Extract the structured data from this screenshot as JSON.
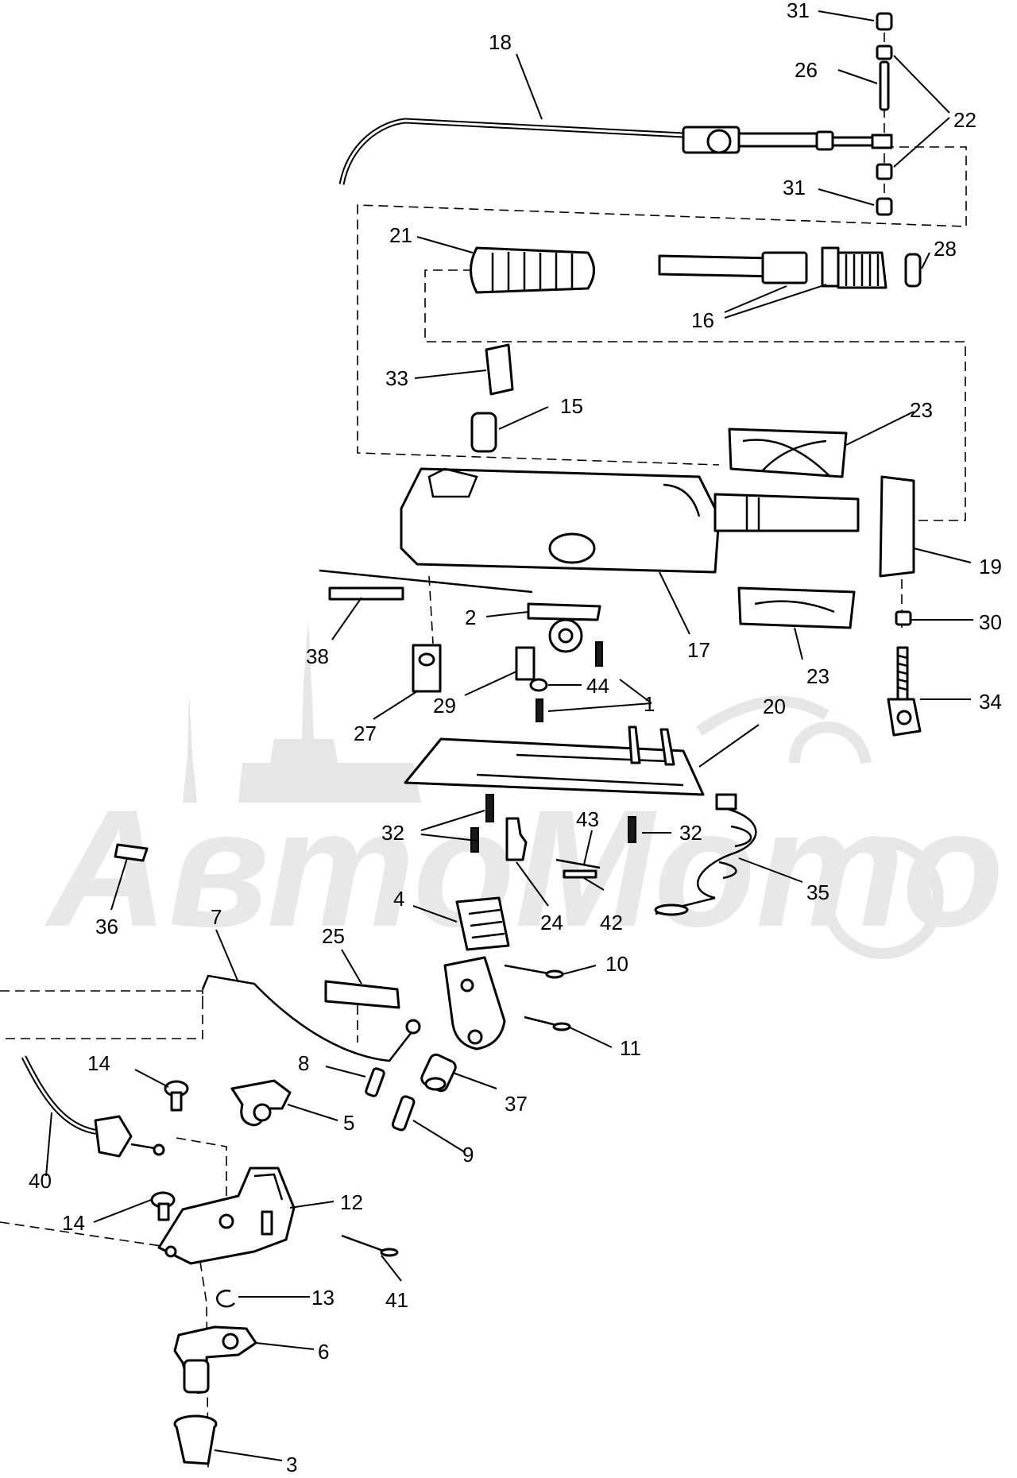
{
  "watermark": {
    "text": "АвтоМото"
  },
  "callouts": [
    {
      "id": "c31a",
      "label": "31"
    },
    {
      "id": "c18",
      "label": "18"
    },
    {
      "id": "c26",
      "label": "26"
    },
    {
      "id": "c22",
      "label": "22"
    },
    {
      "id": "c31b",
      "label": "31"
    },
    {
      "id": "c21",
      "label": "21"
    },
    {
      "id": "c28",
      "label": "28"
    },
    {
      "id": "c16",
      "label": "16"
    },
    {
      "id": "c33",
      "label": "33"
    },
    {
      "id": "c15",
      "label": "15"
    },
    {
      "id": "c23a",
      "label": "23"
    },
    {
      "id": "c19",
      "label": "19"
    },
    {
      "id": "c2",
      "label": "2"
    },
    {
      "id": "c17",
      "label": "17"
    },
    {
      "id": "c30",
      "label": "30"
    },
    {
      "id": "c38",
      "label": "38"
    },
    {
      "id": "c23b",
      "label": "23"
    },
    {
      "id": "c44",
      "label": "44"
    },
    {
      "id": "c29",
      "label": "29"
    },
    {
      "id": "c1",
      "label": "1"
    },
    {
      "id": "c34",
      "label": "34"
    },
    {
      "id": "c27",
      "label": "27"
    },
    {
      "id": "c20",
      "label": "20"
    },
    {
      "id": "c32a",
      "label": "32"
    },
    {
      "id": "c43",
      "label": "43"
    },
    {
      "id": "c32b",
      "label": "32"
    },
    {
      "id": "c35",
      "label": "35"
    },
    {
      "id": "c36",
      "label": "36"
    },
    {
      "id": "c4",
      "label": "4"
    },
    {
      "id": "c24",
      "label": "24"
    },
    {
      "id": "c42",
      "label": "42"
    },
    {
      "id": "c7",
      "label": "7"
    },
    {
      "id": "c25",
      "label": "25"
    },
    {
      "id": "c10",
      "label": "10"
    },
    {
      "id": "c11",
      "label": "11"
    },
    {
      "id": "c14a",
      "label": "14"
    },
    {
      "id": "c8",
      "label": "8"
    },
    {
      "id": "c37",
      "label": "37"
    },
    {
      "id": "c5",
      "label": "5"
    },
    {
      "id": "c9",
      "label": "9"
    },
    {
      "id": "c40",
      "label": "40"
    },
    {
      "id": "c12",
      "label": "12"
    },
    {
      "id": "c14b",
      "label": "14"
    },
    {
      "id": "c41",
      "label": "41"
    },
    {
      "id": "c13",
      "label": "13"
    },
    {
      "id": "c6",
      "label": "6"
    },
    {
      "id": "c3",
      "label": "3"
    }
  ]
}
